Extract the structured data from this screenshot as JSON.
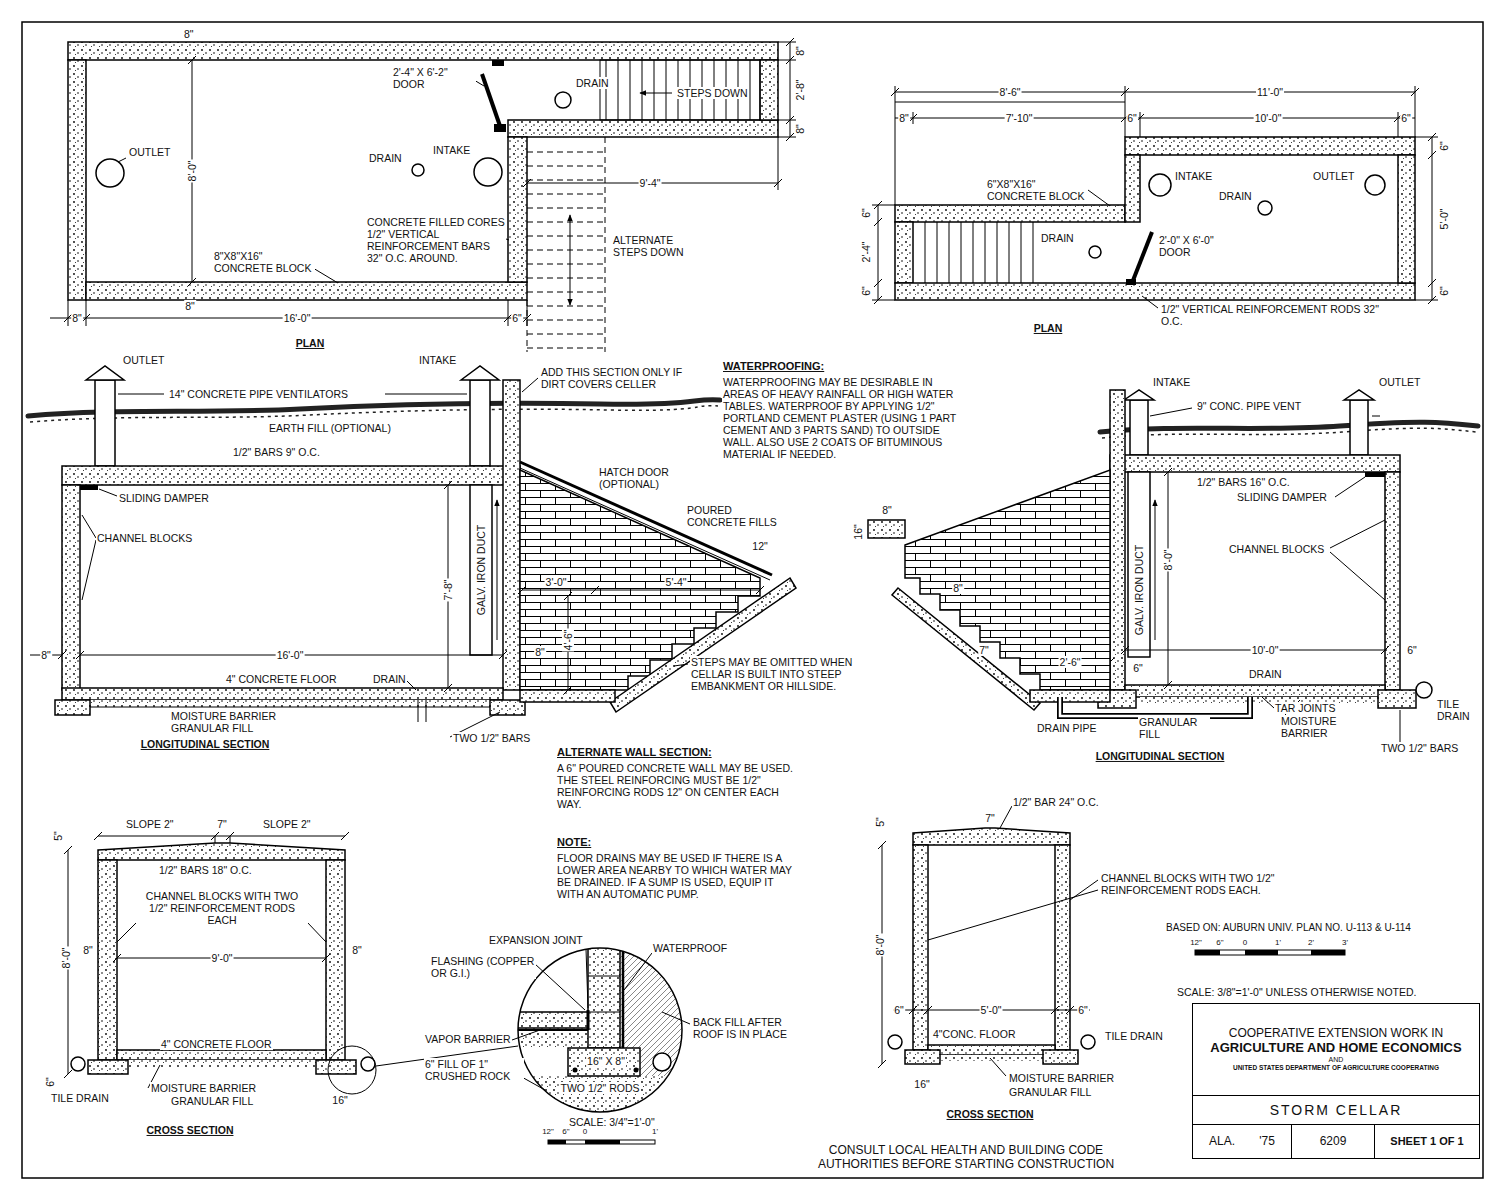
{
  "diagram": {
    "nodes": [
      {
        "text": [
          "COOPERATIVE EXTENSION WORK IN",
          "AGRICULTURE AND HOME ECONOMICS",
          "AND",
          "UNITED STATES DEPARTMENT OF AGRICULTURE COOPERATING"
        ]
      },
      {
        "text": [
          "STORM CELLAR"
        ]
      },
      {
        "text": [
          "ALA.",
          "'75"
        ]
      },
      {
        "text": [
          "6209"
        ]
      },
      {
        "text": [
          "SHEET 1 OF 1"
        ]
      }
    ],
    "labels": [
      "8\"",
      "2'-4\" X 6'-2\" DOOR",
      "DRAIN",
      "STEPS DOWN",
      "8\"",
      "2'-8\"",
      "8\"",
      "OUTLET",
      "DRAIN",
      "INTAKE",
      "8'-0\"",
      "9'-4\"",
      "CONCRETE FILLED CORES 1/2\" VERTICAL REINFORCEMENT BARS 32\" O.C. AROUND.",
      "ALTERNATE STEPS DOWN",
      "8\"X8\"X16\" CONCRETE BLOCK",
      "8\"",
      "8\"",
      "16'-0\"",
      "6\"",
      "PLAN",
      "8'-6\"",
      "11'-0\"",
      "8\"",
      "7'-10\"",
      "6\"",
      "10'-0\"",
      "6\"",
      "6\"",
      "5'-0\"",
      "6\"",
      "6\"",
      "2'-4\"",
      "6\"",
      "INTAKE",
      "DRAIN",
      "OUTLET",
      "6\"X8\"X16\" CONCRETE BLOCK",
      "DRAIN",
      "2'-0\" X 6'-0\" DOOR",
      "1/2\" VERTICAL REINFORCEMENT RODS 32\" O.C.",
      "PLAN",
      "OUTLET",
      "INTAKE",
      "14\" CONCRETE PIPE VENTILATORS",
      "ADD THIS SECTION ONLY IF DIRT COVERS CELLER",
      "EARTH FILL (OPTIONAL)",
      "1/2\" BARS 9\" O.C.",
      "SLIDING DAMPER",
      "CHANNEL BLOCKS",
      "GALV. IRON DUCT",
      "7'-8\"",
      "16'-0\"",
      "8\"",
      "4\" CONCRETE FLOOR",
      "DRAIN",
      "MOISTURE BARRIER",
      "GRANULAR FILL",
      "LONGITUDINAL SECTION",
      "TWO 1/2\" BARS",
      "HATCH DOOR (OPTIONAL)",
      "POURED CONCRETE FILLS",
      "12\"",
      "3'-0\"",
      "5'-4\"",
      "4'-6\"",
      "8\"",
      "STEPS MAY BE OMITTED WHEN CELLAR IS BUILT INTO STEEP EMBANKMENT OR HILLSIDE.",
      "WATERPROOFING:",
      "WATERPROOFING MAY BE DESIRABLE IN AREAS OF HEAVY RAINFALL OR HIGH WATER TABLES. WATERPROOF BY APPLYING 1/2\" PORTLAND CEMENT PLASTER (USING 1 PART CEMENT AND 3 PARTS SAND) TO OUTSIDE WALL. ALSO USE 2 COATS OF BITUMINOUS MATERIAL IF NEEDED.",
      "INTAKE",
      "OUTLET",
      "9\" CONC. PIPE VENT",
      "1/2\" BARS 16\" O.C.",
      "SLIDING DAMPER",
      "CHANNEL BLOCKS",
      "GALV. IRON DUCT",
      "8'-0\"",
      "8\"",
      "16\"",
      "8\"",
      "7\"",
      "2'-6\"",
      "6\"",
      "10'-0\"",
      "6\"",
      "DRAIN",
      "DRAIN PIPE",
      "GRANULAR FILL",
      "TAR JOINTS",
      "MOISTURE BARRIER",
      "TILE DRAIN",
      "TWO 1/2\" BARS",
      "LONGITUDINAL SECTION",
      "ALTERNATE WALL SECTION:",
      "A 6\" POURED CONCRETE WALL MAY BE USED. THE STEEL REINFORCING MUST BE 1/2\" REINFORCING RODS 12\" ON CENTER EACH WAY.",
      "NOTE:",
      "FLOOR DRAINS MAY BE USED IF THERE IS A LOWER AREA NEARBY TO WHICH WATER MAY BE DRAINED. IF A SUMP IS USED, EQUIP IT WITH AN AUTOMATIC PUMP.",
      "5\"",
      "SLOPE 2\"",
      "7\"",
      "SLOPE 2\"",
      "1/2\" BARS 18\" O.C.",
      "CHANNEL BLOCKS WITH TWO 1/2\" REINFORCEMENT RODS EACH",
      "8'-0\"",
      "8\"",
      "9'-0\"",
      "8\"",
      "4\" CONCRETE FLOOR",
      "6\"",
      "TILE DRAIN",
      "MOISTURE BARRIER",
      "GRANULAR FILL",
      "16\"",
      "CROSS SECTION",
      "EXPANSION JOINT",
      "WATERPROOF",
      "FLASHING (COPPER OR G.I.)",
      "BACK FILL AFTER ROOF IS IN PLACE",
      "VAPOR BARRIER",
      "16\" X 8\"",
      "6\" FILL OF 1\" CRUSHED ROCK",
      "TWO 1/2\" RODS",
      "SCALE: 3/4\"=1'-0\"",
      "12\"",
      "6\"",
      "0",
      "1'",
      "5\"",
      "7\"",
      "1/2\" BAR 24\" O.C.",
      "CHANNEL BLOCKS WITH TWO 1/2\" REINFORCEMENT RODS EACH.",
      "8'-0\"",
      "6\"",
      "5'-0\"",
      "6\"",
      "4\"CONC. FLOOR",
      "TILE DRAIN",
      "16\"",
      "MOISTURE BARRIER",
      "GRANULAR FILL",
      "CROSS SECTION",
      "BASED ON: AUBURN UNIV. PLAN NO. U-113 & U-114",
      "12\"",
      "6\"",
      "0",
      "1'",
      "2'",
      "3'",
      "SCALE: 3/8\"=1'-0\" UNLESS OTHERWISE NOTED.",
      "CONSULT LOCAL HEALTH AND BUILDING CODE AUTHORITIES BEFORE STARTING CONSTRUCTION"
    ]
  }
}
